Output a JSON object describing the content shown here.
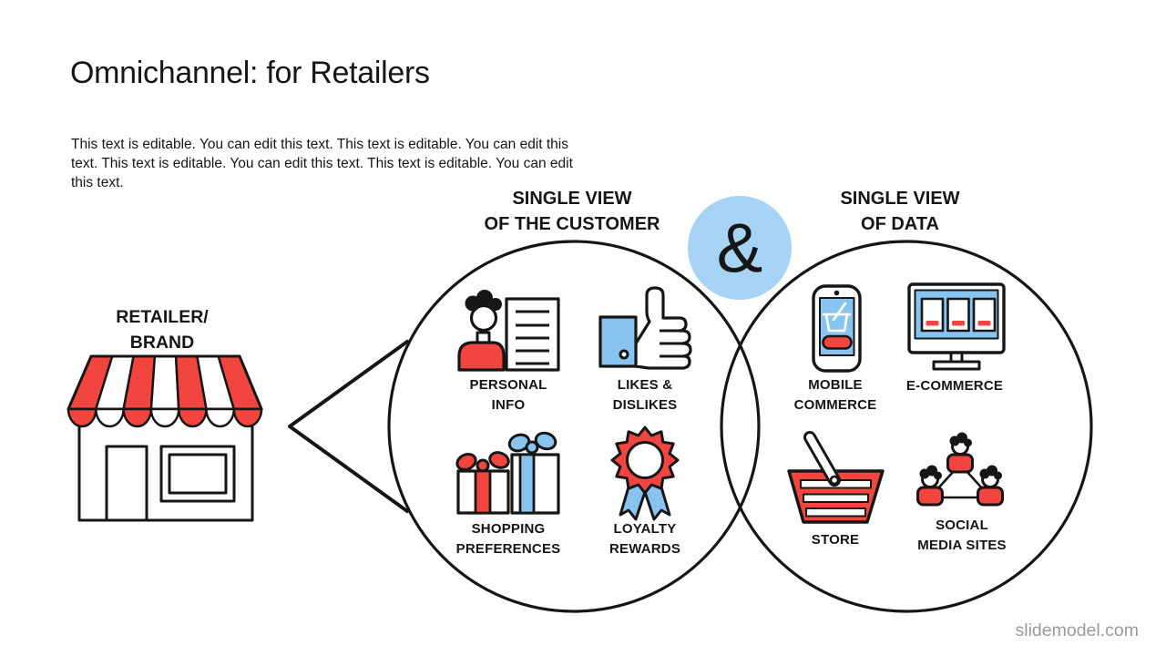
{
  "theme": {
    "red": "#f2453f",
    "blue": "#89c4f1",
    "skyblue": "#a7d3f4",
    "ink": "#161616",
    "gray": "#9b9b9b"
  },
  "slide": {
    "title": "Omnichannel: for Retailers",
    "body_text": "This text is editable. You can edit this text. This text is editable. You can edit this text. This text is editable. You can edit this text. This text is editable. You can edit this text.",
    "watermark": "slidemodel.com"
  },
  "diagram": {
    "ampersand": "&",
    "headings": {
      "customer": [
        "SINGLE VIEW",
        "OF THE CUSTOMER"
      ],
      "data": [
        "SINGLE VIEW",
        "OF DATA"
      ]
    },
    "retailer": [
      "RETAILER/",
      "BRAND"
    ],
    "labels": {
      "personal_info": [
        "PERSONAL",
        "INFO"
      ],
      "likes_dislikes": [
        "LIKES &",
        "DISLIKES"
      ],
      "shopping_preferences": [
        "SHOPPING",
        "PREFERENCES"
      ],
      "loyalty_rewards": [
        "LOYALTY",
        "REWARDS"
      ],
      "mobile_commerce": [
        "MOBILE",
        "COMMERCE"
      ],
      "ecommerce": [
        "E-COMMERCE"
      ],
      "store": [
        "STORE"
      ],
      "social_media": [
        "SOCIAL",
        "MEDIA SITES"
      ]
    },
    "icons": {
      "retailer": "storefront-icon",
      "personal_info": "person-document-icon",
      "likes_dislikes": "thumbs-up-icon",
      "shopping_preferences": "gift-boxes-icon",
      "loyalty_rewards": "award-rosette-icon",
      "mobile_commerce": "smartphone-icon",
      "ecommerce": "desktop-monitor-icon",
      "store": "shopping-basket-icon",
      "social_media": "people-network-icon"
    }
  }
}
